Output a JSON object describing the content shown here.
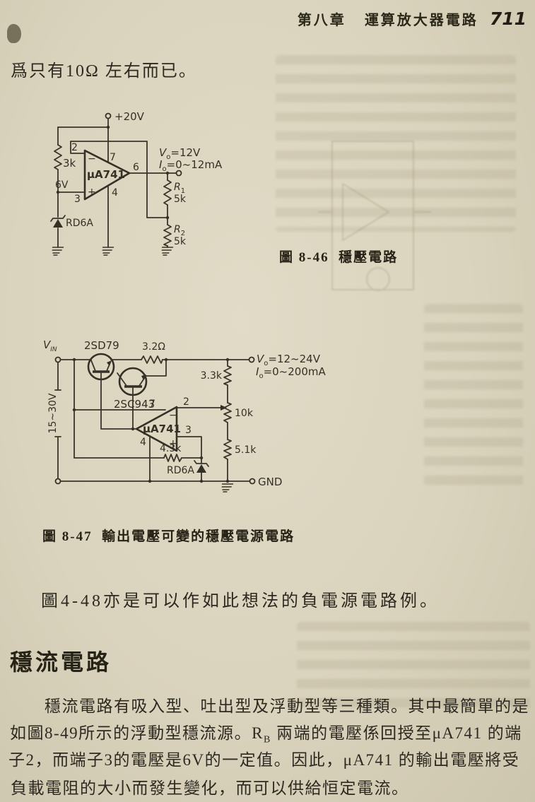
{
  "header": {
    "chapter": "第八章",
    "title": "運算放大器電路",
    "page_number": "711"
  },
  "body": {
    "intro_line": "爲只有10Ω 左右而已。",
    "middle_line": "圖4-48亦是可以作如此想法的負電源電路例。",
    "section_heading": "穩流電路",
    "para_line1": "穩流電路有吸入型、吐出型及浮動型等三種類。其中最簡單的是",
    "para_line2_pre": "如圖8-49所示的浮動型穩流源。R",
    "para_line2_sub": "B",
    "para_line2_post": " 兩端的電壓係回授至μA741 的端",
    "para_line3": "子2，而端子3的電壓是6V的一定值。因此，μA741 的輸出電壓將受",
    "para_line4": "負載電阻的大小而發生變化，而可以供給恒定電流。"
  },
  "figure1": {
    "caption": "圖 8-46  穩壓電路",
    "supply": "+20V",
    "opamp": "μA741",
    "pin2": "2",
    "pin3": "3",
    "pin4": "4",
    "pin6": "6",
    "pin7": "7",
    "minus": "−",
    "plus": "+",
    "r_in": "3k",
    "v_ref": "6V",
    "zener": "RD6A",
    "vo_sym": "V",
    "vo_sub": "o",
    "vo_val": "=12V",
    "io_sym": "I",
    "io_sub": "o",
    "io_val": "=0~12mA",
    "r1_sym": "R",
    "r1_sub": "1",
    "r1_val": "5k",
    "r2_sym": "R",
    "r2_sub": "2",
    "r2_val": "5k"
  },
  "figure2": {
    "caption": "圖 8-47  輸出電壓可變的穩壓電源電路",
    "vin_sym": "V",
    "vin_sub": "IN",
    "input_range": "15~30V",
    "q1": "2SD79",
    "q2": "2SC943",
    "r_sense": "3.2Ω",
    "r_top": "3.3k",
    "r_pot": "10k",
    "r_bottom": "5.1k",
    "r_base": "4.3k",
    "opamp": "μA741",
    "pin2": "2",
    "pin3": "3",
    "pin4": "4",
    "pin7": "7",
    "minus": "−",
    "plus": "+",
    "zener": "RD6A",
    "gnd": "GND",
    "vo_sym": "V",
    "vo_sub": "o",
    "vo_val": "=12~24V",
    "io_sym": "I",
    "io_sub": "o",
    "io_val": "=0~200mA"
  }
}
